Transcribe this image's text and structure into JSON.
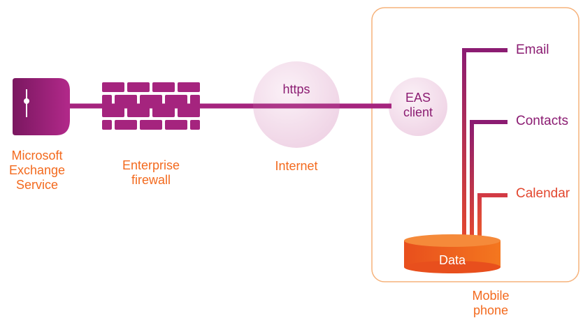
{
  "nodes": {
    "server": {
      "label_line1": "Microsoft",
      "label_line2": "Exchange",
      "label_line3": "Service"
    },
    "firewall": {
      "label_line1": "Enterprise",
      "label_line2": "firewall"
    },
    "internet": {
      "label": "Internet",
      "protocol": "https"
    },
    "client": {
      "label_line1": "EAS",
      "label_line2": "client"
    },
    "data": {
      "label": "Data"
    },
    "phone": {
      "label_line1": "Mobile",
      "label_line2": "phone"
    }
  },
  "apps": {
    "email": "Email",
    "contacts": "Contacts",
    "calendar": "Calendar"
  },
  "colors": {
    "magenta": "#a5247e",
    "dark_magenta": "#8b1c72",
    "orange": "#f36a1e",
    "red_orange": "#e2472f",
    "bubble": "#f6e6f1",
    "box_border": "#f6b27a"
  }
}
